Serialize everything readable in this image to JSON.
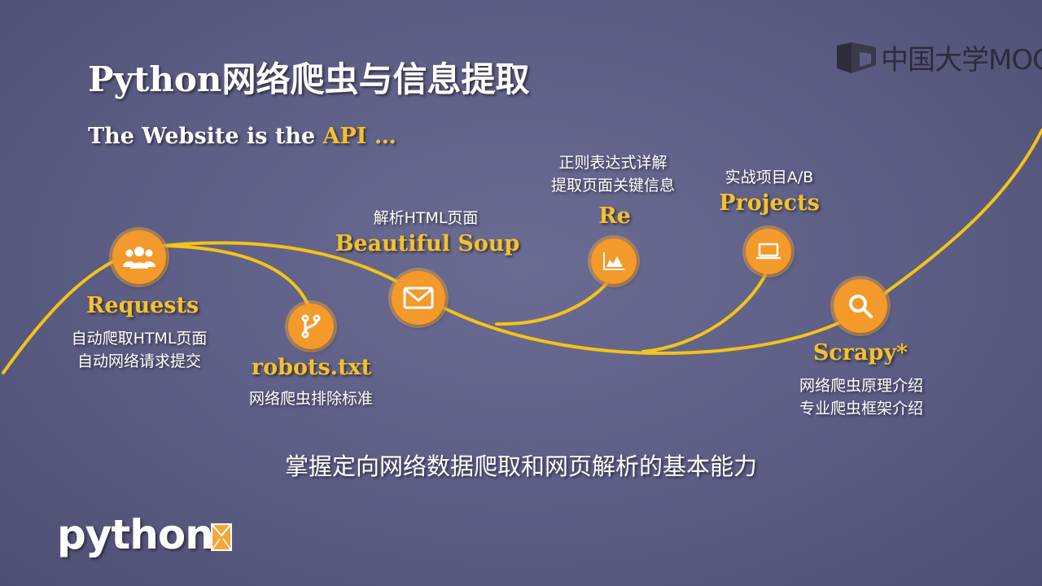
{
  "title": "Python网络爬虫与信息提取",
  "subtitle": {
    "prefix": "The Website is the ",
    "highlight": "API …"
  },
  "modules": {
    "requests": {
      "label": "Requests",
      "desc1": "自动爬取HTML页面",
      "desc2": "自动网络请求提交",
      "icon": "users-icon"
    },
    "robots": {
      "label": "robots.txt",
      "desc1": "网络爬虫排除标准",
      "icon": "branch-icon"
    },
    "bs": {
      "label": "Beautiful Soup",
      "desc_above": "解析HTML页面",
      "icon": "envelope-icon"
    },
    "re": {
      "label": "Re",
      "desc1": "正则表达式详解",
      "desc2": "提取页面关键信息",
      "icon": "chart-icon"
    },
    "projects": {
      "label": "Projects",
      "desc_above": "实战项目A/B",
      "icon": "laptop-icon"
    },
    "scrapy": {
      "label": "Scrapy*",
      "desc1": "网络爬虫原理介绍",
      "desc2": "专业爬虫框架介绍",
      "icon": "search-icon"
    }
  },
  "caption": "掌握定向网络数据爬取和网页解析的基本能力",
  "logos": {
    "mooc": "中国大学MOOC",
    "python": "python"
  },
  "colors": {
    "accent": "#f5c12b",
    "node": "#f39a2a",
    "curve": "#f3c318"
  }
}
